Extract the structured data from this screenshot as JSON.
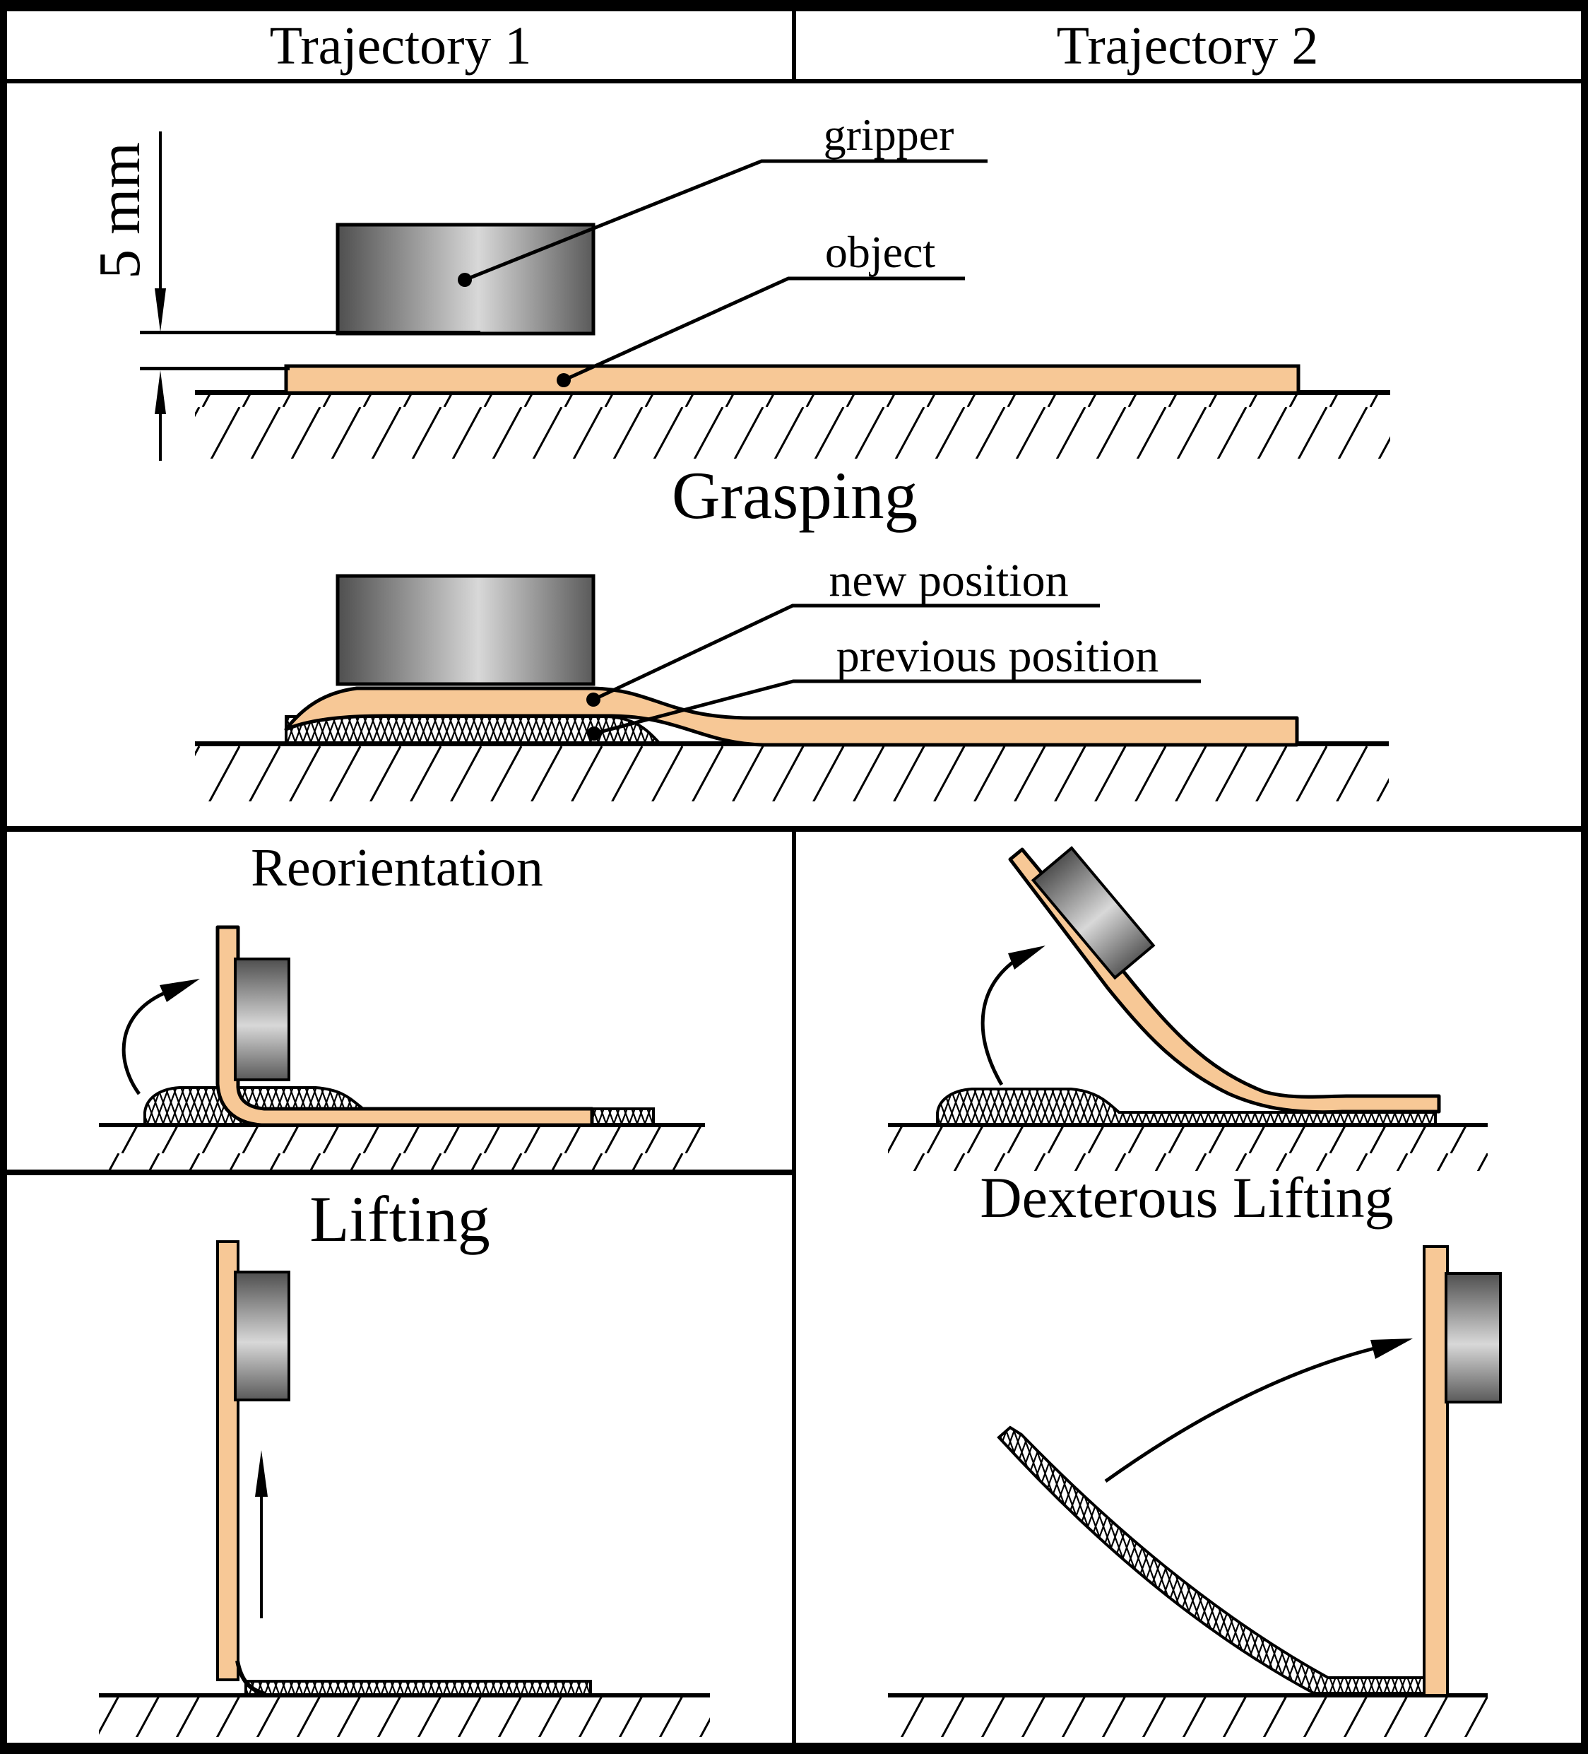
{
  "header": {
    "col1": "Trajectory 1",
    "col2": "Trajectory 2"
  },
  "sections": {
    "grasping": {
      "title": "Grasping"
    },
    "reorientation": {
      "title": "Reorientation"
    },
    "lifting": {
      "title": "Lifting"
    },
    "dexterous_lifting": {
      "title": "Dexterous Lifting"
    }
  },
  "annotations": {
    "dimension": "5 mm",
    "gripper": "gripper",
    "object": "object",
    "new_position": "new position",
    "previous_position": "previous position"
  },
  "colors": {
    "background": "#FFFFFF",
    "outline": "#000000",
    "object_fill": "#F7C896",
    "gripper_dark_left": "#4F4F4F",
    "gripper_light_mid": "#D8D8D8",
    "gripper_dark_right": "#5A5A5A"
  }
}
